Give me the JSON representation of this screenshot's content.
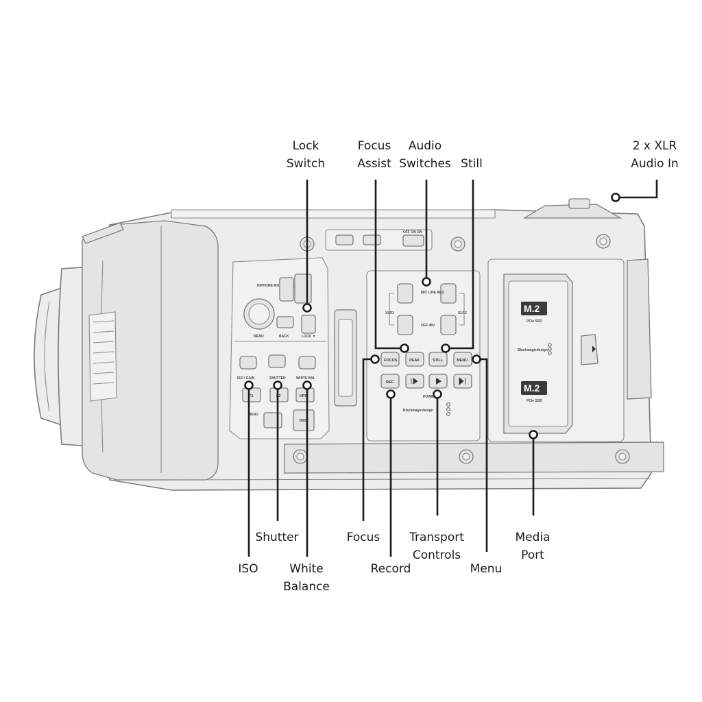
{
  "diagram": {
    "panel": {
      "headphone_label": "H/PHONE MONITOR VOL",
      "menu_label": "MENU",
      "back_label": "BACK",
      "lock_label": "LOCK ▼",
      "iso_gain_label": "ISO / GAIN",
      "shutter_label": "SHUTTER",
      "white_bal_label": "WHITE BAL",
      "f1_label": "F1",
      "f2_label": "F2",
      "hfr_label": "HFR",
      "menu2_label": "MENU",
      "iris_label": "IRIS",
      "mic_line_aes_label": "MIC LINE AES",
      "off_48v_label": "OFF 48V",
      "xlr1_label": "XLR1",
      "xlr2_label": "XLR2",
      "focus_btn": "FOCUS",
      "peak_btn": "PEAK",
      "still_btn": "STILL",
      "menu_btn": "MENU",
      "rec_btn": "REC",
      "power_label": "POWER",
      "brand": "Blackmagicdesign",
      "m2_label": "M.2",
      "pcie_label": "PCIe SSD",
      "top_switch_label": "OFF  ON  ON"
    },
    "callouts": {
      "lock_switch": [
        "Lock",
        "Switch"
      ],
      "focus_assist": [
        "Focus",
        "Assist"
      ],
      "audio_switches": [
        "Audio",
        "Switches"
      ],
      "still": [
        "Still"
      ],
      "xlr_audio_in": [
        "2 x XLR",
        "Audio In"
      ],
      "shutter": [
        "Shutter"
      ],
      "focus": [
        "Focus"
      ],
      "transport_controls": [
        "Transport",
        "Controls"
      ],
      "media_port": [
        "Media",
        "Port"
      ],
      "iso": [
        "ISO"
      ],
      "white_balance": [
        "White",
        "Balance"
      ],
      "record": [
        "Record"
      ],
      "menu": [
        "Menu"
      ]
    }
  }
}
